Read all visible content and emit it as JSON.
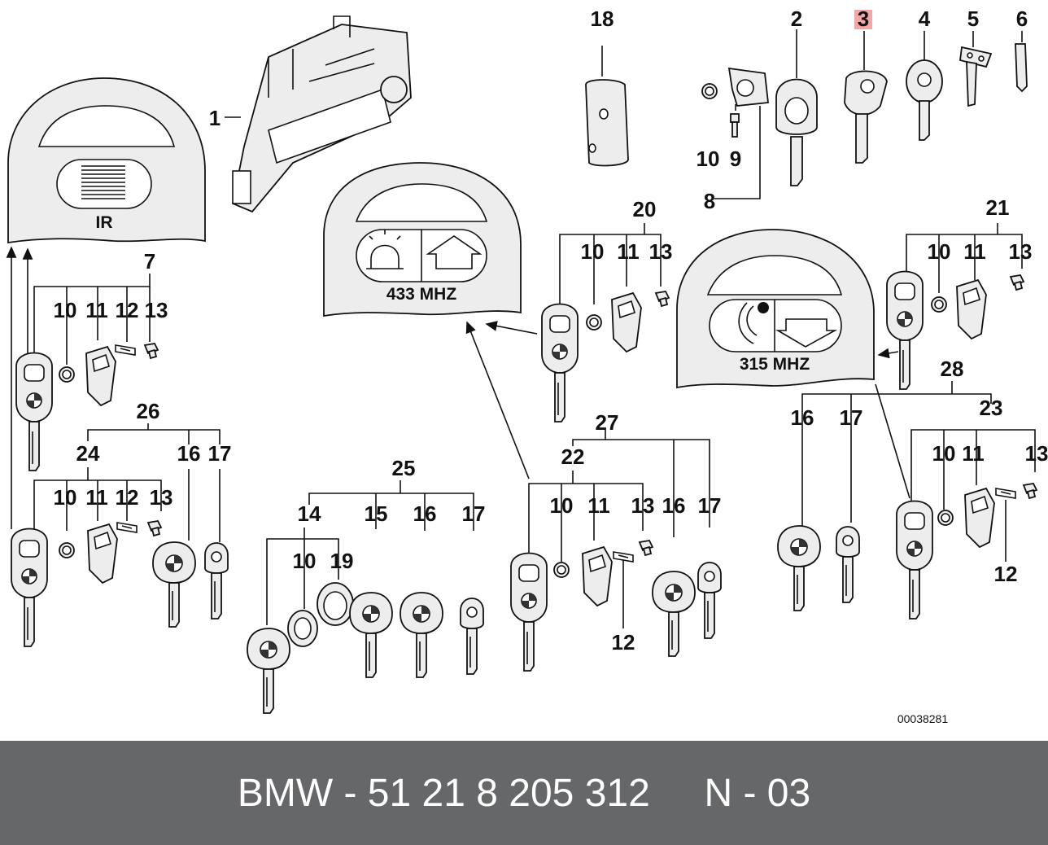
{
  "labels": {
    "l1": "1",
    "l2": "2",
    "l3": "3",
    "l4": "4",
    "l5": "5",
    "l6": "6",
    "l8": "8",
    "l9": "9",
    "l10a": "10",
    "l18": "18",
    "l7": "7",
    "l7_10": "10",
    "l7_11": "11",
    "l7_12": "12",
    "l7_13": "13",
    "l26": "26",
    "l24": "24",
    "l24_10": "10",
    "l24_11": "11",
    "l24_12": "12",
    "l24_13": "13",
    "l26_16": "16",
    "l26_17": "17",
    "l20": "20",
    "l20_10": "10",
    "l20_11": "11",
    "l20_13": "13",
    "l25": "25",
    "l14": "14",
    "l14_10": "10",
    "l14_19": "19",
    "l25_15": "15",
    "l25_16": "16",
    "l25_17": "17",
    "l27": "27",
    "l22": "22",
    "l22_10": "10",
    "l22_11": "11",
    "l22_13": "13",
    "l22_12": "12",
    "l27_16": "16",
    "l27_17": "17",
    "l21": "21",
    "l21_10": "10",
    "l21_11": "11",
    "l21_13": "13",
    "l28": "28",
    "l28_16": "16",
    "l28_17": "17",
    "l23": "23",
    "l23_10": "10",
    "l23_11": "11",
    "l23_13": "13",
    "l23_12": "12"
  },
  "captions": {
    "ir": "IR",
    "mhz433": "433 MHZ",
    "mhz315": "315 MHZ"
  },
  "reference_number": "00038281",
  "highlight_label": "3",
  "footer": {
    "brand": "BMW",
    "sep1": " - ",
    "part_number": "51 21 8 205 312",
    "gap": "     ",
    "position": "N - 03"
  }
}
